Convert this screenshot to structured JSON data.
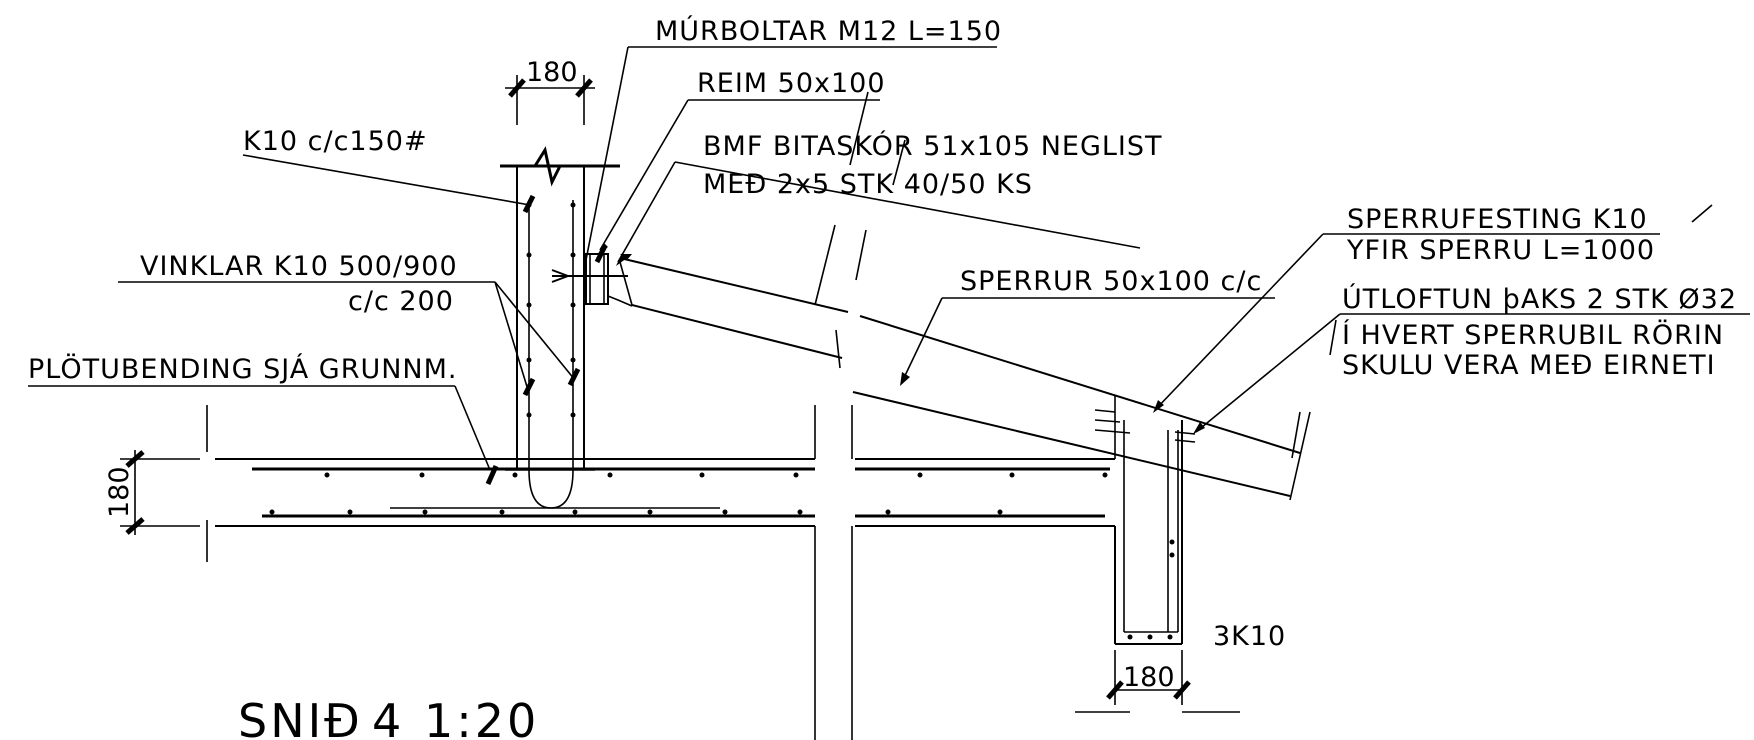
{
  "labels": {
    "murboltar": "MÚRBOLTAR M12 L=150",
    "reim": "REIM 50x100",
    "bmf_line1": "BMF BITASKÓR 51x105 NEGLIST",
    "bmf_line2": "MEÐ 2x5 STK 40/50 KS",
    "k10": "K10 c/c150#",
    "vinklar_line1": "VINKLAR K10 500/900",
    "vinklar_line2": "c/c 200",
    "plotubending": "PLÖTUBENDING SJÁ GRUNNM.",
    "sperrur": "SPERRUR 50x100 c/c",
    "sperrufesting_line1": "SPERRUFESTING K10",
    "sperrufesting_line2": "YFIR SPERRU L=1000",
    "utloftun_line1": "ÚTLOFTUN þAKS 2 STK Ø32",
    "utloftun_line2": "Í HVERT SPERRUBIL RÖRIN",
    "utloftun_line3": "SKULU VERA MEÐ EIRNETI",
    "rebar_3k10": "3K10"
  },
  "dimensions": {
    "wall_width_top": "180",
    "slab_thickness": "180",
    "wall_width_bottom": "180"
  },
  "title": {
    "name": "SNIÐ",
    "number": "4",
    "scale": "1:20"
  }
}
